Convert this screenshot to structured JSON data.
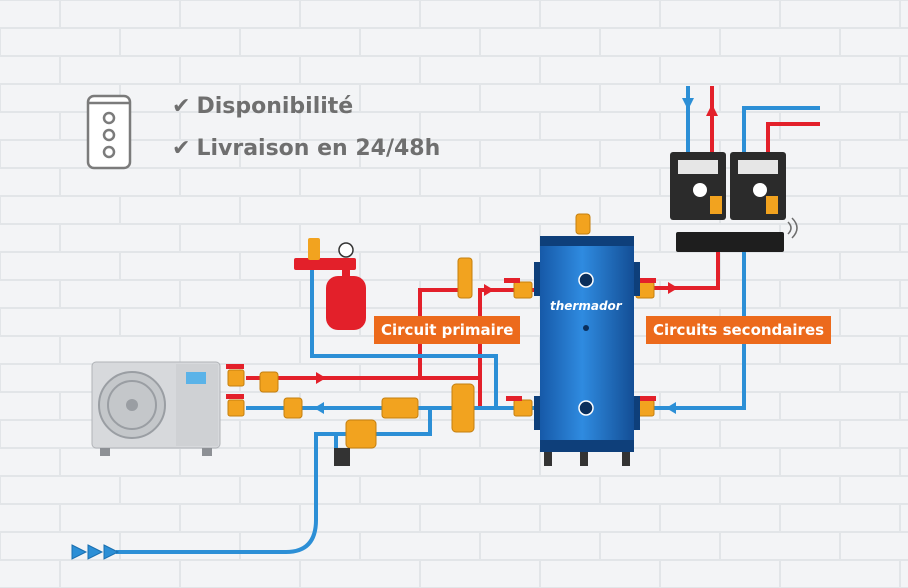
{
  "features": {
    "check_mark": "✔",
    "items": [
      "Disponibilité",
      "Livraison en 24/48h"
    ]
  },
  "labels": {
    "primary_circuit": "Circuit primaire",
    "secondary_circuits": "Circuits secondaires",
    "brand": "thermador"
  },
  "colors": {
    "hot_pipe": "#e3202a",
    "cold_pipe": "#2c8fd6",
    "tank": "#1f6fc2",
    "label_bg": "#ec6a1c",
    "brass": "#f2a31f"
  }
}
